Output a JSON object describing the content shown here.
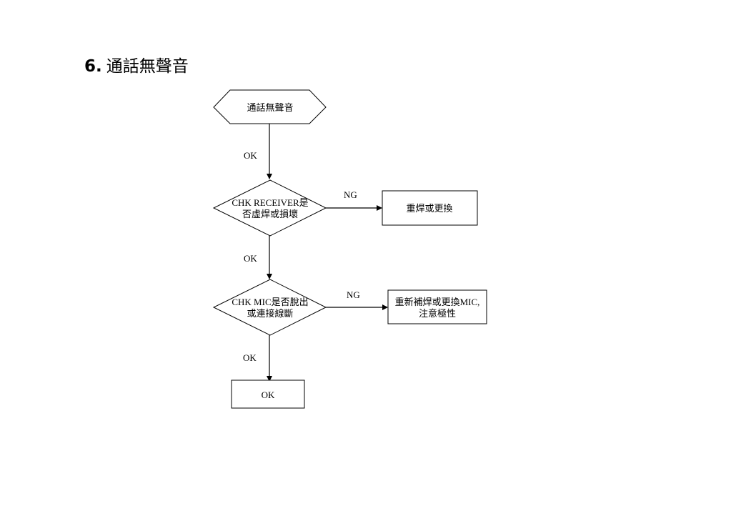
{
  "heading": {
    "number": "6.",
    "title": "通話無聲音"
  },
  "flowchart": {
    "start": {
      "label": "通話無聲音"
    },
    "decision_receiver": {
      "line1": "CHK  RECEIVER是",
      "line2": "否虛焊或損壞"
    },
    "action_receiver": {
      "label": "重焊或更換"
    },
    "decision_mic": {
      "line1": "CHK MIC是否脫出",
      "line2": "或連接線斷"
    },
    "action_mic": {
      "line1": "重新補焊或更換MIC,",
      "line2": "注意極性"
    },
    "end": {
      "label": "OK"
    },
    "edges": {
      "start_to_receiver": "OK",
      "receiver_ng": "NG",
      "receiver_to_mic": "OK",
      "mic_ng": "NG",
      "mic_to_end": "OK"
    }
  }
}
